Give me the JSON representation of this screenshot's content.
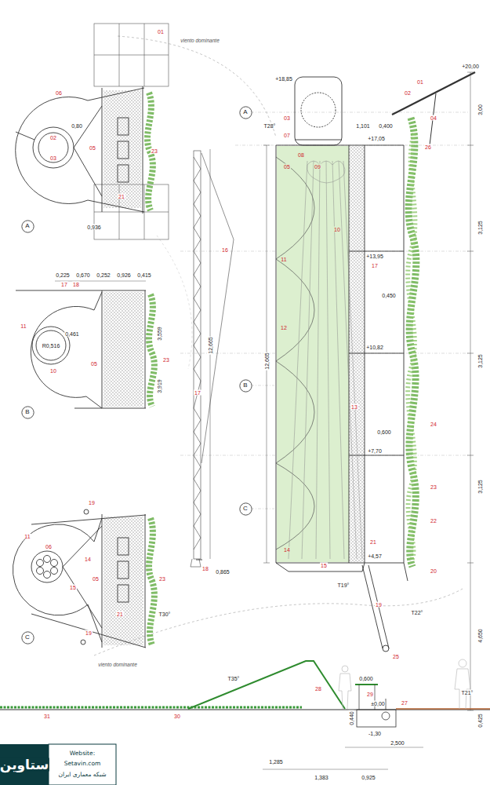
{
  "diagram": {
    "nodes": [
      {
        "text": [
          "A"
        ]
      },
      {
        "text": [
          "B"
        ]
      },
      {
        "text": [
          "C"
        ]
      },
      {
        "text": [
          "A"
        ]
      },
      {
        "text": [
          "B"
        ]
      },
      {
        "text": [
          "C"
        ]
      }
    ],
    "labels": [
      "01",
      "viento dominante",
      "06",
      "02",
      "03",
      "0,80",
      "05",
      "23",
      "21",
      "0,936",
      "0,225",
      "0,670",
      "0,252",
      "0,926",
      "0,415",
      "17",
      "18",
      "11",
      "R0,516",
      "0,461",
      "10",
      "05",
      "23",
      "3,559",
      "3,919",
      "19",
      "11",
      "06",
      "14",
      "15",
      "05",
      "23",
      "21",
      "19",
      "+18,85",
      "+20,00",
      "01",
      "02",
      "03",
      "T28°",
      "07",
      "08",
      "09",
      "04",
      "1,101",
      "0,400",
      "+17,05",
      "26",
      "05",
      "3,00",
      "10",
      "16",
      "11",
      "+13,95",
      "17",
      "3,125",
      "0,450",
      "12",
      "+10,82",
      "12,665",
      "17",
      "12,665",
      "13",
      "3,125",
      "24",
      "0,600",
      "+7,70",
      "23",
      "22",
      "3,125",
      "21",
      "14",
      "15",
      "+4,57",
      "20",
      "T19°",
      "18",
      "0,865",
      "19",
      "T22°",
      "4,650",
      "25",
      "T30°",
      "viento dominante",
      "T35°",
      "28",
      "0,600",
      "29",
      "±0,00",
      "0,440",
      "T21°",
      "27",
      "31",
      "30",
      "0,425",
      "-1,30",
      "2,500",
      "1,285",
      "1,383",
      "0,925",
      "ستاوین",
      "Website:",
      "Setavin.com",
      "شبکه معماری ایران"
    ]
  }
}
